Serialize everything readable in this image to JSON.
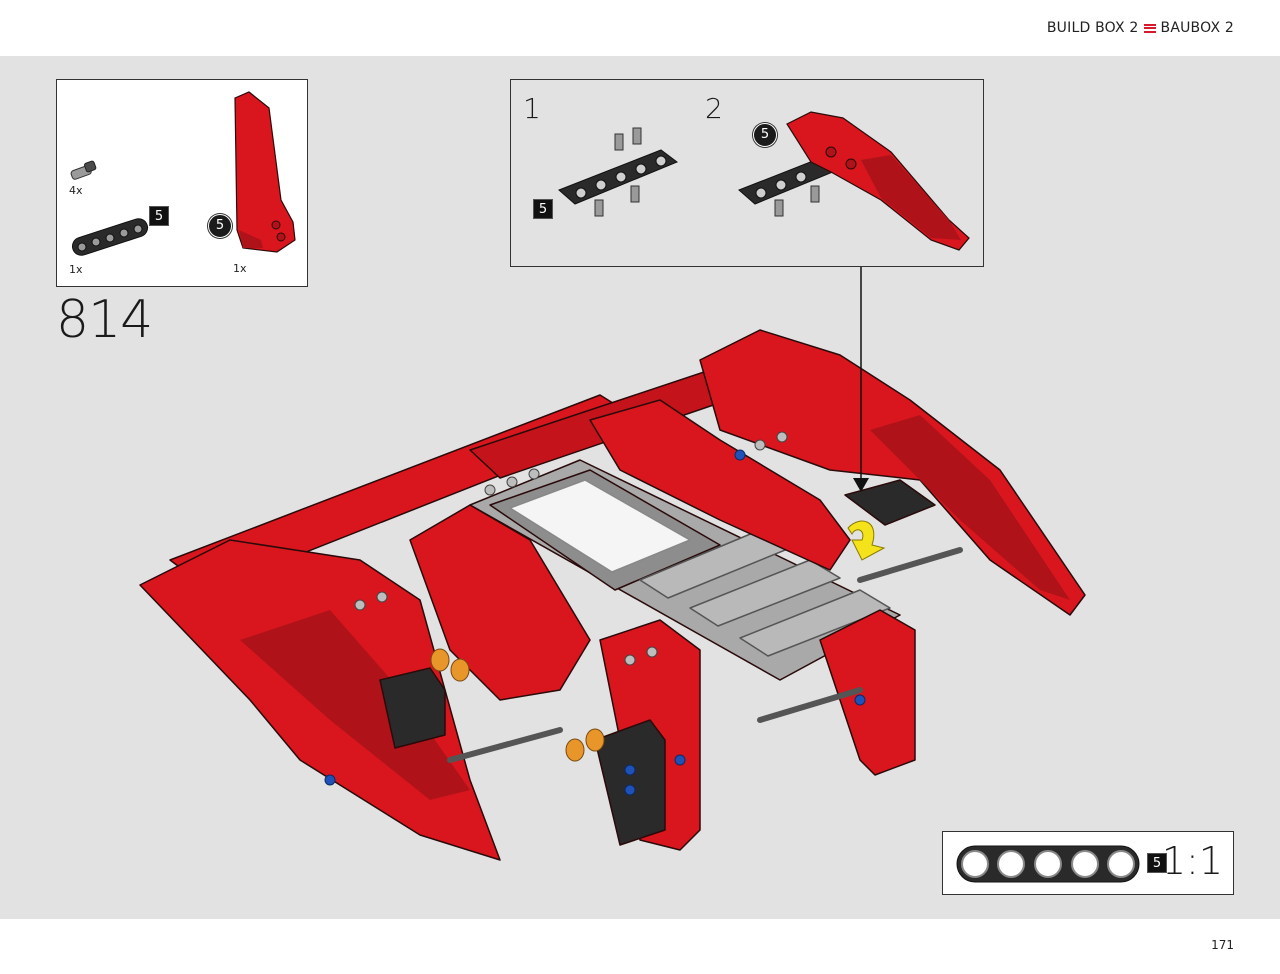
{
  "header": {
    "left_text": "BUILD BOX 2",
    "right_text": "BAUBOX 2",
    "flag_color": "#d7192d"
  },
  "step": {
    "number": "814",
    "parts": [
      {
        "name": "friction axle pin",
        "quantity": "4x"
      },
      {
        "name": "beam 5",
        "quantity": "1x",
        "length_label": "5"
      },
      {
        "name": "red panel",
        "quantity": "1x",
        "callout": "5"
      }
    ],
    "substeps": [
      {
        "number": "1",
        "callout": "5"
      },
      {
        "number": "2",
        "callout": "5"
      }
    ]
  },
  "scale": {
    "ratio": "1:1",
    "beam_label": "5"
  },
  "page_number": "171",
  "colors": {
    "brick_red": "#d9161d",
    "dark_red": "#9e0d12",
    "beam_black": "#2a2a2a",
    "beam_gray": "#a9a9a9",
    "pin_blue": "#1f52b8",
    "bush_orange": "#e8962a",
    "highlight_yellow": "#f4e31a",
    "background": "#e2e2e2"
  }
}
